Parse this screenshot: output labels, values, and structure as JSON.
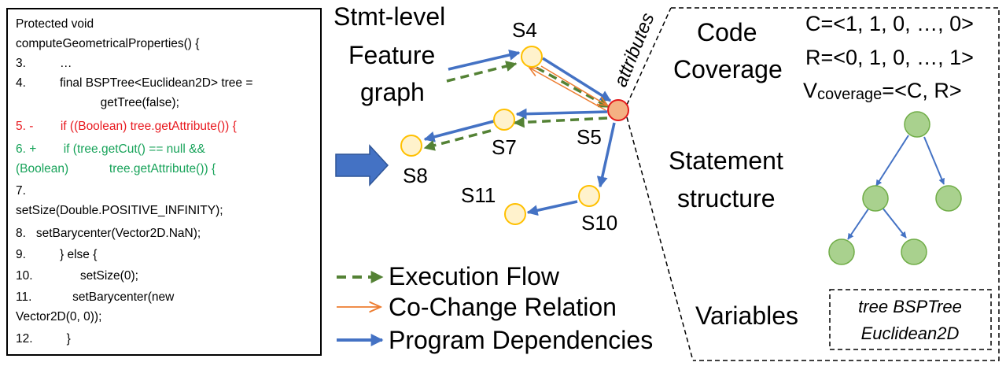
{
  "code": {
    "lines": [
      {
        "text": "Protected void",
        "kind": "normal"
      },
      {
        "text": "computeGeometricalProperties() {",
        "kind": "normal"
      },
      {
        "text": "3.          …",
        "kind": "normal"
      },
      {
        "text": "4.          final BSPTree<Euclidean2D> tree =",
        "kind": "normal"
      },
      {
        "text": "                         getTree(false);",
        "kind": "normal"
      },
      {
        "text": "5. -        if ((Boolean) tree.getAttribute()) {",
        "kind": "removed"
      },
      {
        "text": "6. +        if (tree.getCut() == null &&",
        "kind": "added"
      },
      {
        "text": "(Boolean)            tree.getAttribute()) {",
        "kind": "added"
      },
      {
        "text": "7.",
        "kind": "normal"
      },
      {
        "text": "setSize(Double.POSITIVE_INFINITY);",
        "kind": "normal"
      },
      {
        "text": "8.   setBarycenter(Vector2D.NaN);",
        "kind": "normal"
      },
      {
        "text": "9.          } else {",
        "kind": "normal"
      },
      {
        "text": "10.              setSize(0);",
        "kind": "normal"
      },
      {
        "text": "11.            setBarycenter(new",
        "kind": "normal"
      },
      {
        "text": "Vector2D(0, 0));",
        "kind": "normal"
      },
      {
        "text": "12.          }",
        "kind": "normal"
      }
    ]
  },
  "graph": {
    "title_lines": [
      "Stmt-level",
      "Feature",
      "graph"
    ],
    "nodes": [
      {
        "id": "S4",
        "label": "S4"
      },
      {
        "id": "S5",
        "label": "S5"
      },
      {
        "id": "S7",
        "label": "S7"
      },
      {
        "id": "S8",
        "label": "S8"
      },
      {
        "id": "S10",
        "label": "S10"
      },
      {
        "id": "S11",
        "label": "S11"
      }
    ],
    "attributes_label": "attributes"
  },
  "legend": {
    "execution_flow": "Execution Flow",
    "co_change": "Co-Change Relation",
    "program_dependencies": "Program Dependencies"
  },
  "attributes_panel": {
    "code_coverage_lines": [
      "Code",
      "Coverage"
    ],
    "c_vector": "C=<1, 1, 0, …, 0>",
    "r_vector": "R=<0, 1, 0, …, 1>",
    "v_prefix": "V",
    "v_subscript": "coverage",
    "v_suffix": "=<C, R>",
    "statement_structure_lines": [
      "Statement",
      "structure"
    ],
    "variables_label": "Variables",
    "variables_values": [
      "tree BSPTree",
      "Euclidean2D"
    ]
  },
  "colors": {
    "program_dependency": "#4472c4",
    "execution_flow": "#548235",
    "co_change": "#ed7d31",
    "node_fill": "#fff2cc",
    "node_stroke": "#ffc000",
    "focus_fill": "#f4b183",
    "focus_stroke": "#e31a1c",
    "tree_fill": "#a9d18e",
    "tree_stroke": "#70ad47",
    "removed_text": "#e8191f",
    "added_text": "#18a35a"
  }
}
